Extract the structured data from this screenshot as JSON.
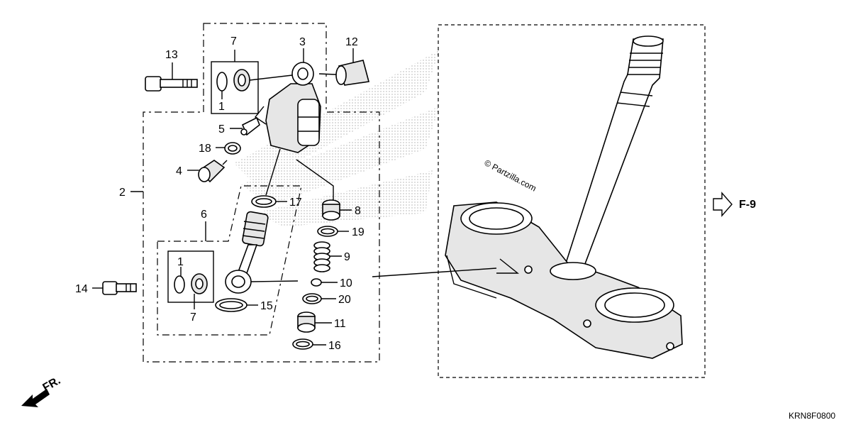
{
  "callouts": {
    "c1a": "1",
    "c1b": "1",
    "c2": "2",
    "c3": "3",
    "c4": "4",
    "c5": "5",
    "c6": "6",
    "c7a": "7",
    "c7b": "7",
    "c8": "8",
    "c9": "9",
    "c10": "10",
    "c11": "11",
    "c12": "12",
    "c13": "13",
    "c14": "14",
    "c15": "15",
    "c16": "16",
    "c17": "17",
    "c18": "18",
    "c19": "19",
    "c20": "20"
  },
  "reference": {
    "label": "F-9"
  },
  "front_marker": {
    "label": "FR."
  },
  "watermark": {
    "text": "© Partzilla.com"
  },
  "diagram_code": {
    "text": "KRN8F0800"
  }
}
